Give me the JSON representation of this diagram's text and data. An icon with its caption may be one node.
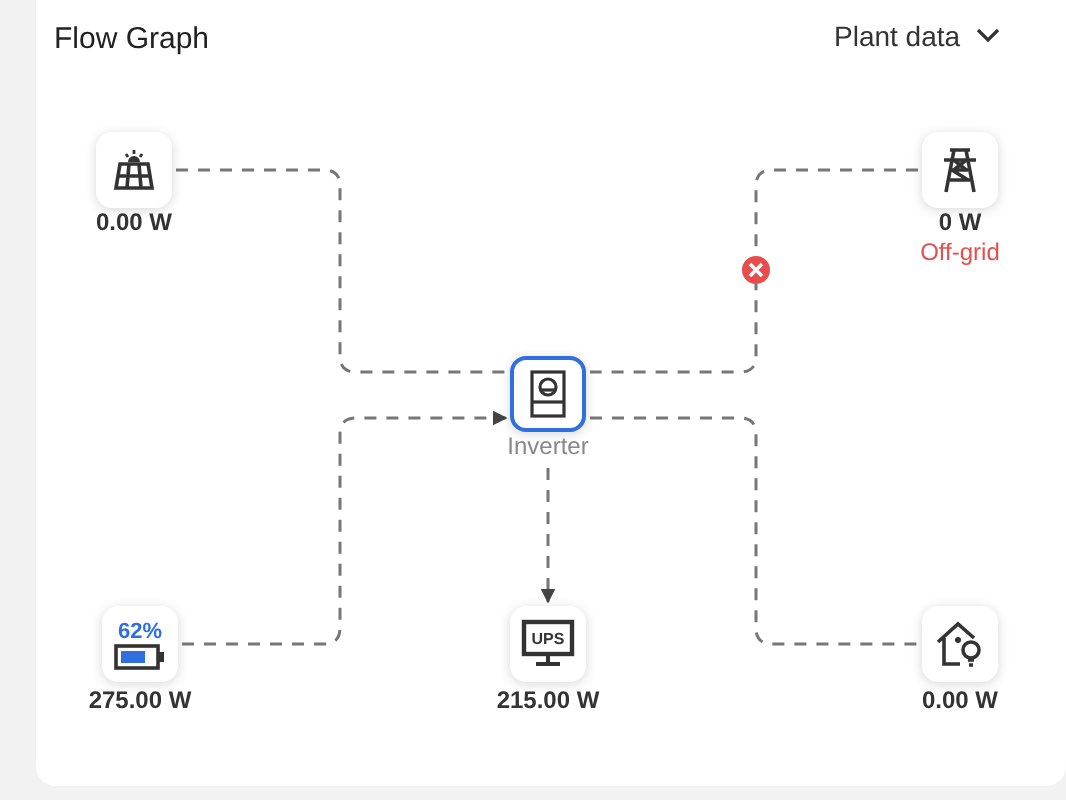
{
  "diagram": {
    "title": "Flow Graph",
    "nodes": [
      {
        "text": [],
        "shape": "box",
        "beside": [
          "0.00 W"
        ]
      },
      {
        "text": [],
        "shape": "box",
        "beside": [
          "0 W",
          "Off-grid"
        ]
      },
      {
        "text": [],
        "shape": "box",
        "beside": [
          "Inverter"
        ]
      },
      {
        "text": [
          "62%"
        ],
        "beside": [
          "275.00 W"
        ]
      },
      {
        "text": [
          "UPS"
        ],
        "beside": [
          "215.00 W"
        ]
      },
      {
        "text": [],
        "shape": "box",
        "beside": [
          "0.00 W"
        ]
      }
    ],
    "edges": [
      {
        "from": 0,
        "to": 2,
        "arrow": "none",
        "style": "dashed"
      },
      {
        "from": 1,
        "to": 2,
        "arrow": "none",
        "style": "dashed"
      },
      {
        "from": 3,
        "to": 2,
        "arrow": "to",
        "style": "dashed"
      },
      {
        "from": 2,
        "to": 4,
        "arrow": "to",
        "style": "dashed"
      },
      {
        "from": 2,
        "to": 5,
        "arrow": "none",
        "style": "dashed"
      }
    ],
    "labels": [
      "Plant data"
    ]
  }
}
